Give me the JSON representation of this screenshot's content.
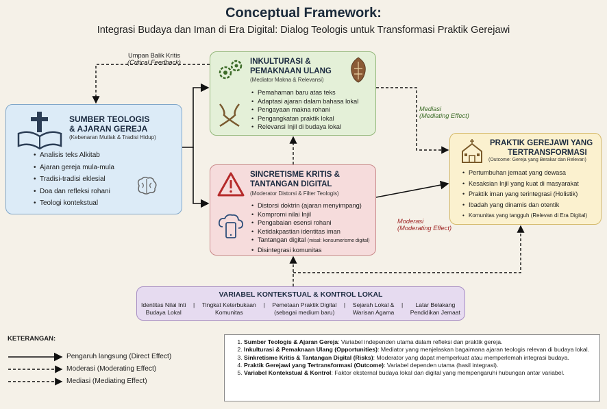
{
  "title": "Conceptual Framework:",
  "subtitle": "Integrasi Budaya dan Iman di Era Digital: Dialog Teologis untuk Transformasi Praktik Gerejawi",
  "feedback": {
    "label": "Umpan Balik Kritis",
    "sublabel": "(Critical Feedback)"
  },
  "source": {
    "title1": "SUMBER TEOLOGIS",
    "title2": "& AJARAN GEREJA",
    "subtitle": "(Kebenaran Mutlak & Tradisi Hidup)",
    "items": [
      "Analisis teks Alkitab",
      "Ajaran gereja mula-mula",
      "Tradisi-tradisi eklesial",
      "Doa dan refleksi rohani",
      "Teologi kontekstual"
    ]
  },
  "inculturation": {
    "title1": "INKULTURASI &",
    "title2": "PEMAKNAAN ULANG",
    "subtitle": "(Mediator Makna & Relevansi)",
    "items": [
      "Pemahaman baru atas teks",
      "Adaptasi ajaran dalam bahasa lokal",
      "Pengayaan makna rohani",
      "Pengangkatan praktik lokal",
      "Relevansi Injil di budaya lokal"
    ]
  },
  "syncretism": {
    "title1": "SINCRETISME KRITIS &",
    "title2": "TANTANGAN DIGITAL",
    "subtitle": "(Moderator Distorsi & Filter Teologis)",
    "items": [
      "Distorsi doktrin (ajaran menyimpang)",
      "Kompromi nilai Injil",
      "Pengabaian esensi rohani",
      "Ketidakpastian identitas iman"
    ],
    "item5_main": "Tantangan digital",
    "item5_note": "(misal: konsumerisme digital)",
    "item6": "Disintegrasi komunitas"
  },
  "outcome": {
    "title1": "PRAKTIK GEREJAWI YANG",
    "title2": "TERTRANSFORMASI",
    "subtitle": "(Outcome: Gereja yang Berakar dan Relevan)",
    "items": [
      "Pertumbuhan jemaat yang dewasa",
      "Kesaksian Injil yang kuat di masyarakat",
      "Praktik iman yang terintegrasi (Holistik)",
      "Ibadah yang dinamis dan otentik",
      "Komunitas yang tangguh (Relevan di Era Digital)"
    ]
  },
  "mediation": {
    "label": "Mediasi",
    "sublabel": "(Mediating Effect)"
  },
  "moderation": {
    "label": "Moderasi",
    "sublabel": "(Moderating Effect)"
  },
  "context": {
    "title": "VARIABEL KONTEKSTUAL & KONTROL LOKAL",
    "cols": [
      [
        "Identitas Nilai Inti",
        "Budaya Lokal"
      ],
      [
        "Tingkat Keterbukaan",
        "Komunitas"
      ],
      [
        "Pemetaan Praktik Digital",
        "(sebagai medium baru)"
      ],
      [
        "Sejarah Lokal &",
        "Warisan Agama"
      ],
      [
        "Latar Belakang",
        "Pendidikan Jemaat"
      ]
    ],
    "separator": "|"
  },
  "legend": {
    "heading": "KETERANGAN:",
    "direct": "Pengaruh langsung (Direct Effect)",
    "moderating": "Moderasi (Moderating Effect)",
    "mediating": "Mediasi (Mediating Effect)"
  },
  "notes": [
    {
      "bold": "Sumber Teologis & Ajaran Gereja",
      "text": ": Variabel independen utama dalam refleksi dan praktik gereja."
    },
    {
      "bold": "Inkulturasi & Pemaknaan Ulang (Opportunities)",
      "text": ": Mediator yang menjelaskan bagaimana ajaran teologis relevan di budaya lokal."
    },
    {
      "bold": "Sinkretisme Kritis & Tantangan Digital (Risks)",
      "text": ": Moderator yang dapat memperkuat atau memperlemah integrasi budaya."
    },
    {
      "bold": "Praktik Gerejawi yang Tertransformasi (Outcome)",
      "text": ": Variabel dependen utama (hasil integrasi)."
    },
    {
      "bold": "Variabel Kontekstual & Kontrol",
      "text": ": Faktor eksternal budaya lokal dan digital yang mempengaruhi hubungan antar variabel."
    }
  ],
  "colors": {
    "src": "#dcebf7",
    "ink": "#e4f0d8",
    "sin": "#f6dcdc",
    "out": "#fbf1cf",
    "ctx": "#e6dbf0",
    "moderation_text": "#9b1c1c",
    "mediation_text": "#3a6b25"
  }
}
